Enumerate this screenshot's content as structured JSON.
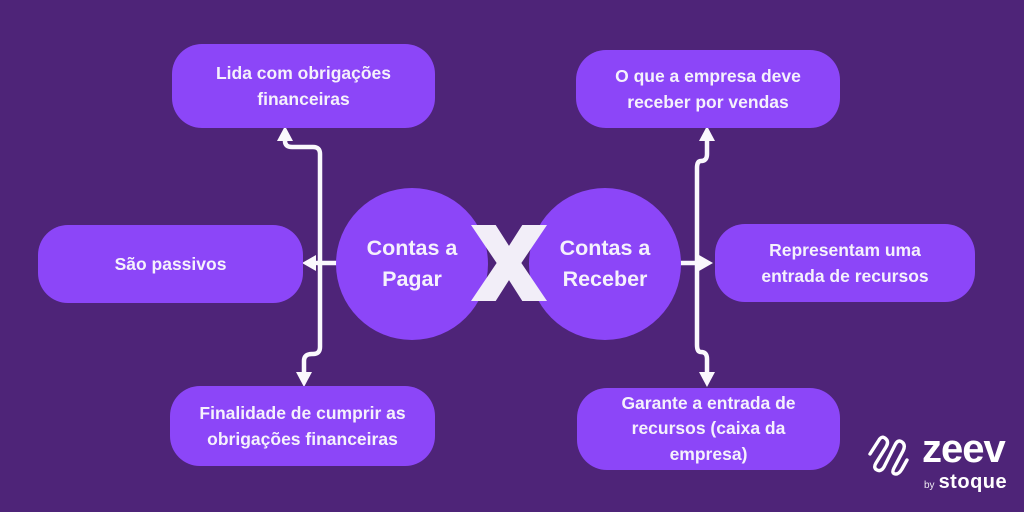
{
  "colors": {
    "background": "#4E2478",
    "shape": "#8C46F8",
    "text": "#F5F1FC",
    "line": "#FAF8FD"
  },
  "center": {
    "left_circle": {
      "line1": "Contas a",
      "line2": "Pagar"
    },
    "right_circle": {
      "line1": "Contas a",
      "line2": "Receber"
    },
    "versus": "X"
  },
  "boxes": {
    "top_left": "Lida com obrigações financeiras",
    "top_right": "O que a empresa deve receber por vendas",
    "mid_left": "São passivos",
    "mid_right": "Representam uma entrada de recursos",
    "bottom_left": "Finalidade de cumprir as obrigações financeiras",
    "bottom_right": "Garante a entrada de recursos (caixa da empresa)"
  },
  "logo": {
    "brand": "zeev",
    "byline": "by",
    "company": "stoque"
  }
}
